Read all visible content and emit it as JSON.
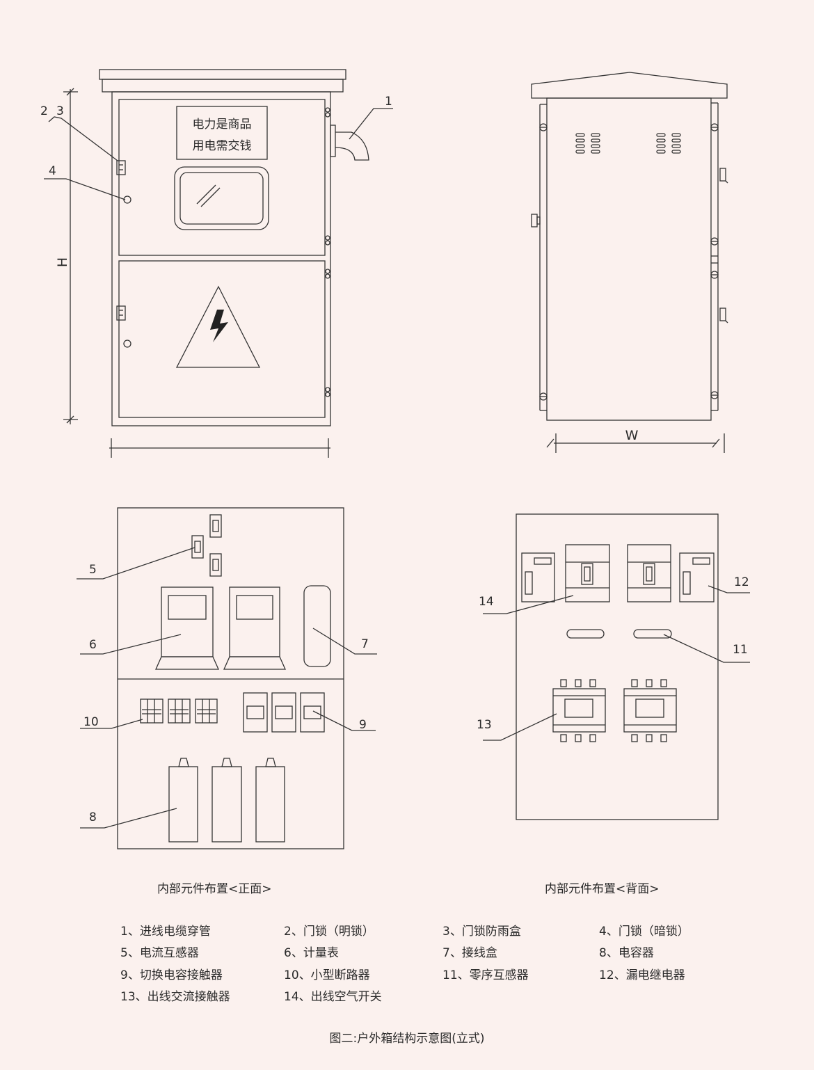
{
  "front_view": {
    "sign_line1": "电力是商品",
    "sign_line2": "用电需交钱",
    "dim_height": "H",
    "callouts": {
      "c1": "1",
      "c2": "2",
      "c3": "3",
      "c4": "4"
    }
  },
  "side_view": {
    "dim_width": "W"
  },
  "front_layout": {
    "caption": "内部元件布置<正面>",
    "callouts": {
      "c5": "5",
      "c6": "6",
      "c7": "7",
      "c8": "8",
      "c9": "9",
      "c10": "10"
    }
  },
  "back_layout": {
    "caption": "内部元件布置<背面>",
    "callouts": {
      "c11": "11",
      "c12": "12",
      "c13": "13",
      "c14": "14"
    }
  },
  "legend": [
    "1、进线电缆穿管",
    "2、门锁（明锁）",
    "3、门锁防雨盒",
    "4、门锁（暗锁）",
    "5、电流互感器",
    "6、计量表",
    "7、接线盒",
    "8、电容器",
    "9、切换电容接触器",
    "10、小型断路器",
    "11、零序互感器",
    "12、漏电继电器",
    "13、出线交流接触器",
    "14、出线空气开关"
  ],
  "figure_title": "图二:户外箱结构示意图(立式)"
}
